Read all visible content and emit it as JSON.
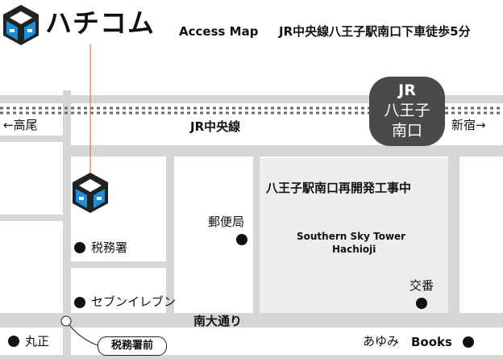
{
  "header": {
    "logo_text": "ハチコム",
    "title": "Access Map",
    "directions": "JR中央線八王子駅南口下車徒歩5分"
  },
  "station": {
    "line1": "JR",
    "line2": "八王子",
    "line3": "南口"
  },
  "rail": {
    "name": "JR中央線",
    "west": "←高尾",
    "east": "新宿→"
  },
  "blocks": {
    "construction": "八王子駅南口再開発工事中",
    "tower_line1": "Southern Sky Tower",
    "tower_line2": "Hachioji"
  },
  "landmarks": [
    {
      "name": "郵便局"
    },
    {
      "name": "税務署"
    },
    {
      "name": "交番"
    },
    {
      "name": "セブンイレブン"
    },
    {
      "name": "丸正"
    },
    {
      "name_prefix": "あゆみ",
      "name_suffix": "Books"
    }
  ],
  "roads": {
    "main_street": "南大通り",
    "bus_stop": "税務署前"
  },
  "colors": {
    "road": "#d6d6d6",
    "station_fill": "#4a4a4a",
    "construction_block": "#ededed",
    "leader_line": "#e07a3c",
    "logo_blue": "#1a8fd8",
    "logo_dark": "#222222"
  },
  "icons": {
    "logo": "hachicom-cube-logo",
    "marker": "hachicom-cube-marker"
  }
}
